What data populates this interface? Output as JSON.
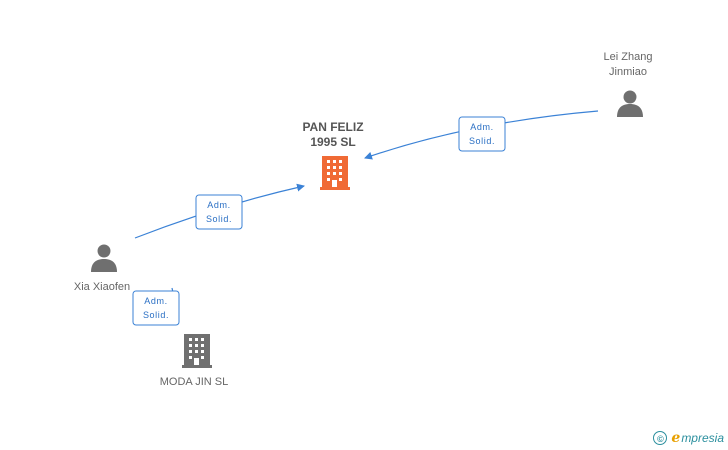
{
  "nodes": {
    "company_main": {
      "name_line1": "PAN FELIZ",
      "name_line2": "1995  SL",
      "color": "#f06a35"
    },
    "company_moda": {
      "name": "MODA JIN SL",
      "color": "#707070"
    },
    "person_lei": {
      "name_line1": "Lei Zhang",
      "name_line2": "Jinmiao"
    },
    "person_xia": {
      "name": "Xia Xiaofen"
    }
  },
  "edges": [
    {
      "from": "Lei Zhang Jinmiao",
      "to": "PAN FELIZ 1995 SL",
      "label_line1": "Adm.",
      "label_line2": "Solid."
    },
    {
      "from": "Xia Xiaofen",
      "to": "PAN FELIZ 1995 SL",
      "label_line1": "Adm.",
      "label_line2": "Solid."
    },
    {
      "from": "Xia Xiaofen",
      "to": "MODA JIN SL",
      "label_line1": "Adm.",
      "label_line2": "Solid."
    }
  ],
  "brand": {
    "copyright_symbol": "©",
    "logo_letter": "e",
    "logo_text": "mpresia"
  },
  "colors": {
    "edge": "#3b82d6",
    "person": "#6f6f6f",
    "brand": "#2b8f9e"
  }
}
